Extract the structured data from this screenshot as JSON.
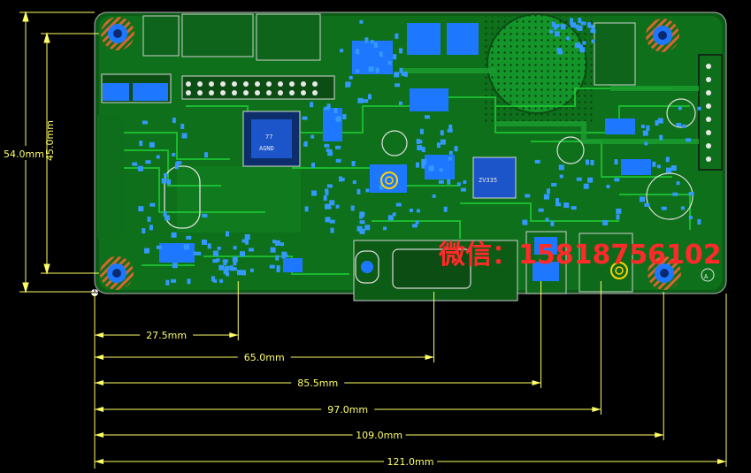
{
  "vertical_dims": [
    {
      "label": "54.0mm"
    },
    {
      "label": "45.0mm"
    }
  ],
  "horizontal_dims": [
    {
      "label": "27.5mm",
      "value": 27.5
    },
    {
      "label": "65.0mm",
      "value": 65.0
    },
    {
      "label": "85.5mm",
      "value": 85.5
    },
    {
      "label": "97.0mm",
      "value": 97.0
    },
    {
      "label": "109.0mm",
      "value": 109.0
    },
    {
      "label": "121.0mm",
      "value": 121.0
    }
  ],
  "watermark": "微信：15818756102",
  "silkscreen": {
    "chip_main_1": "77",
    "chip_main_2": "AGND",
    "chip_reg": "ZV335",
    "corner_mark": "A"
  },
  "colors": {
    "board": "#0b5d16",
    "copper": "#17a62b",
    "pad": "#1e90ff",
    "dimension": "#ffff66",
    "watermark": "#ff2a2a",
    "highlight": "#ffd400"
  }
}
